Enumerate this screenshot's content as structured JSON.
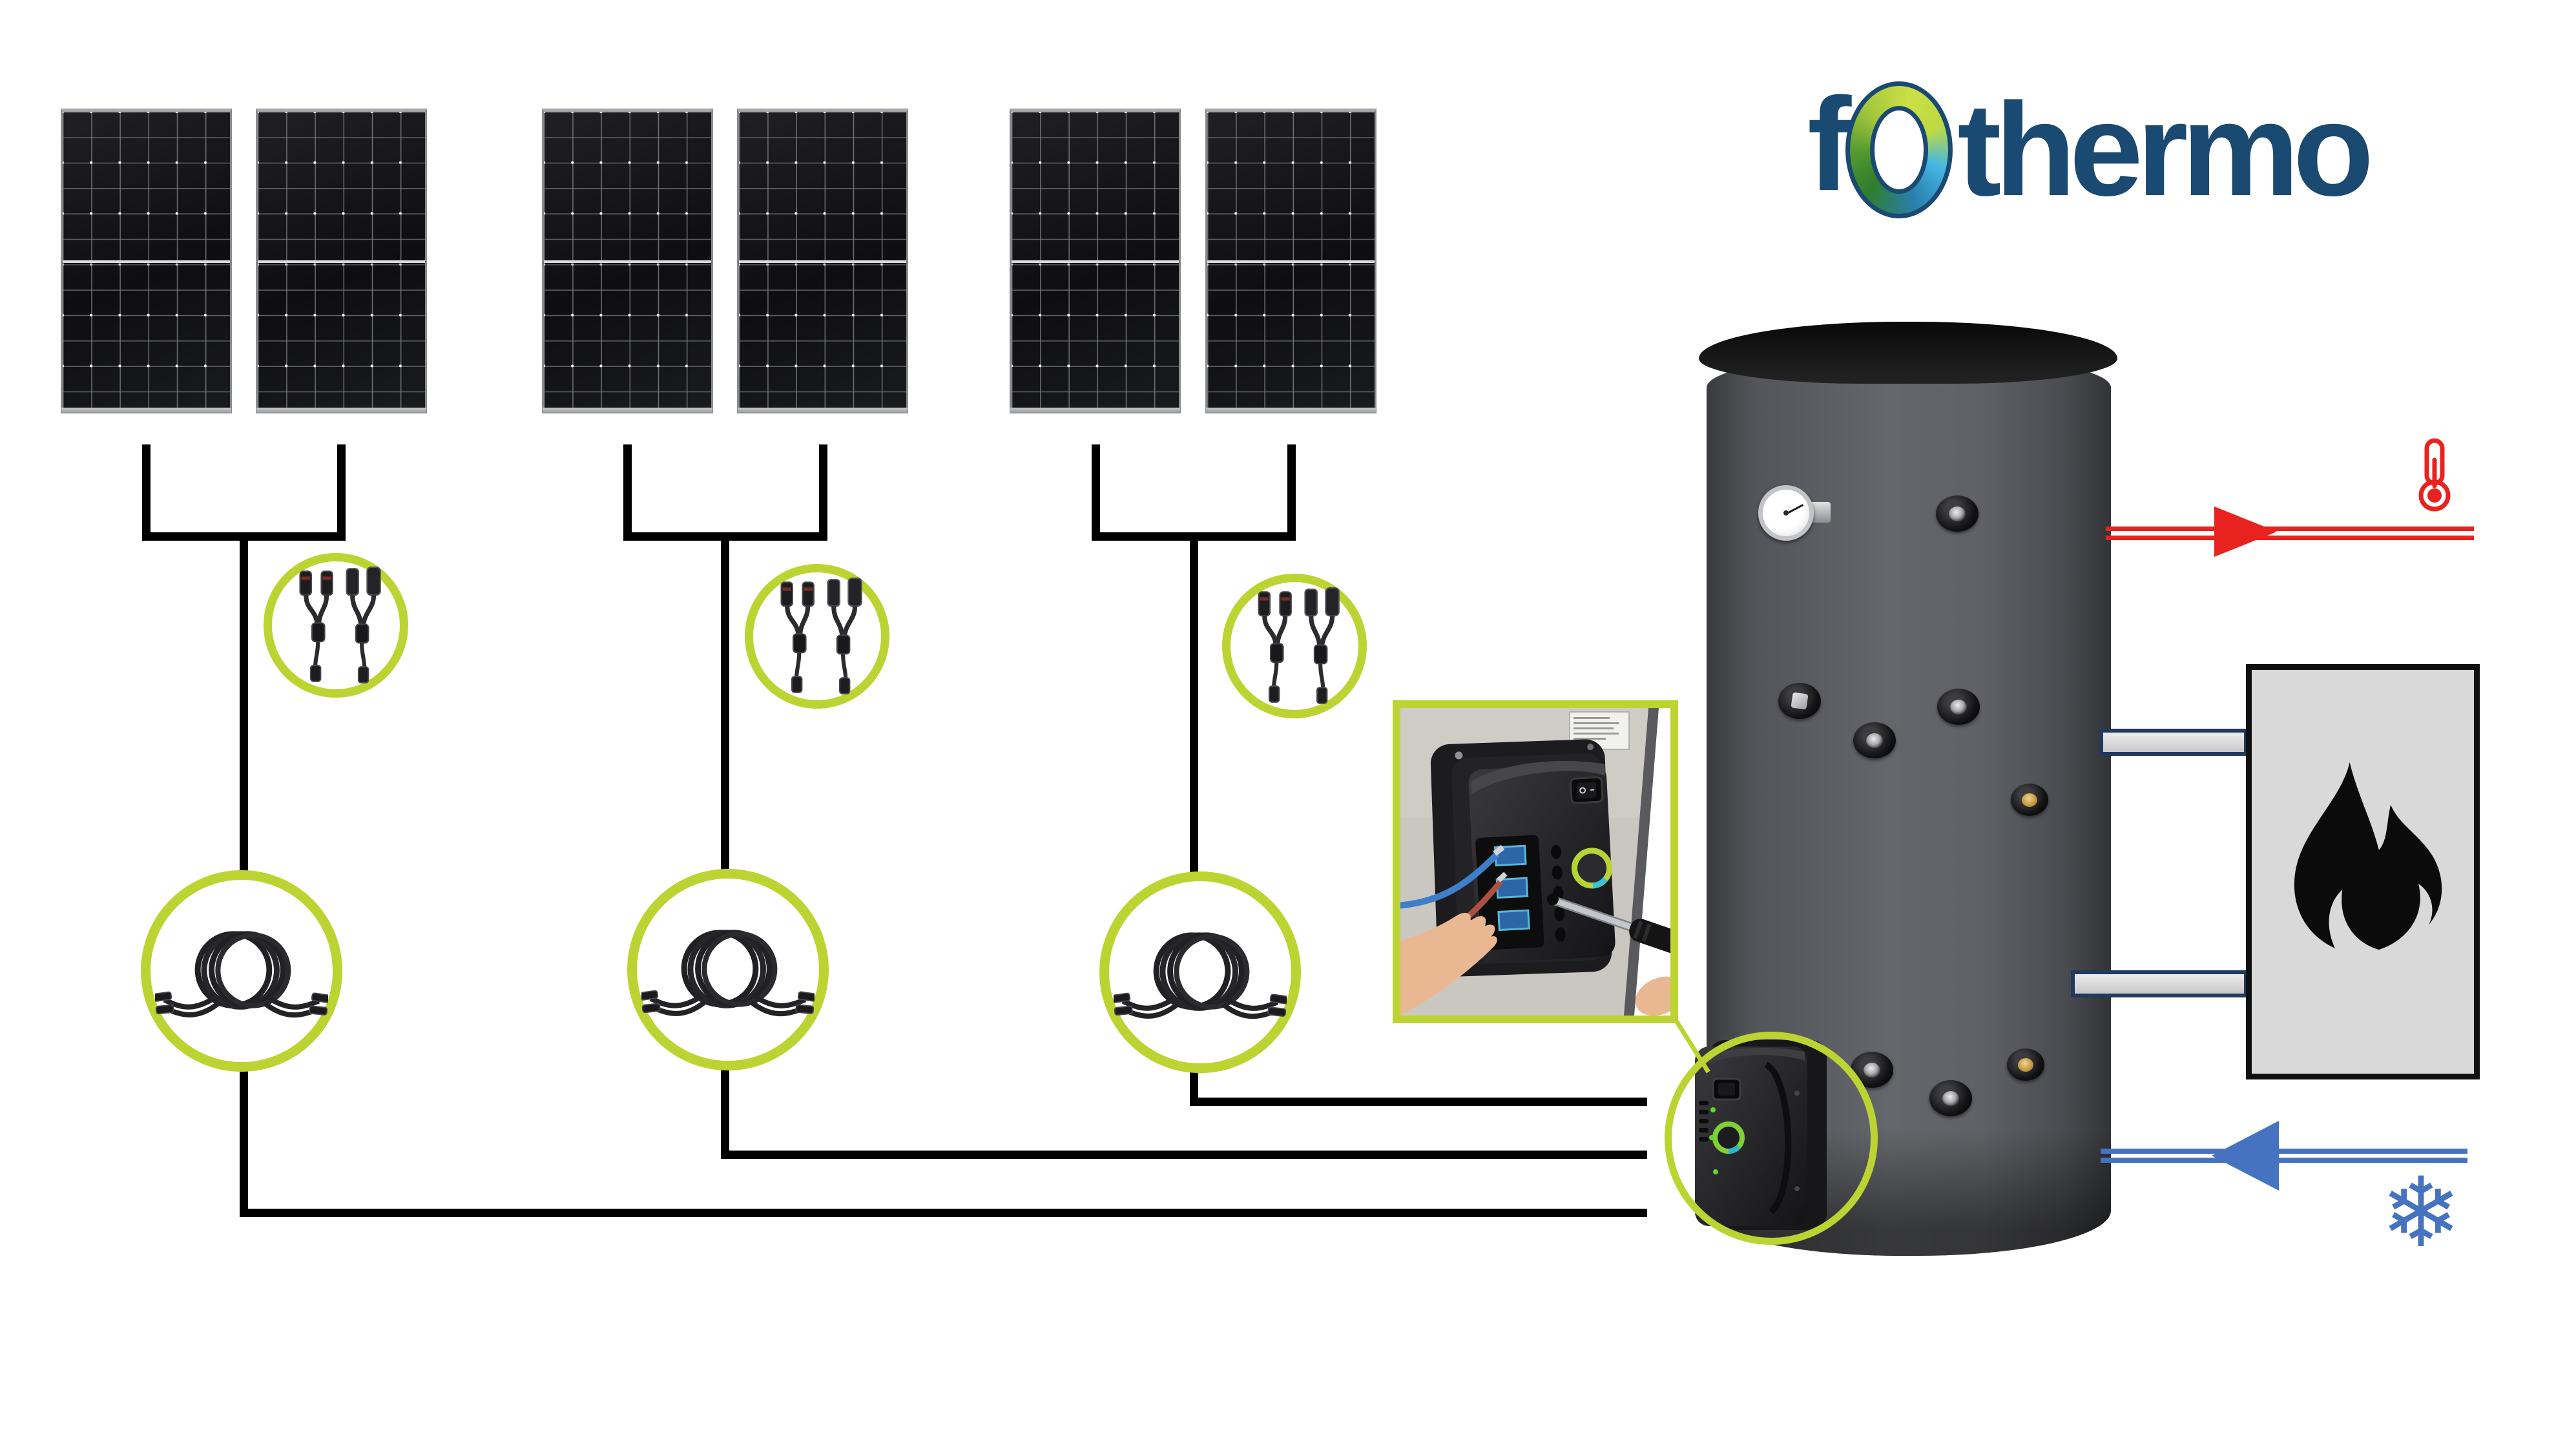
{
  "logo": {
    "pre": "f",
    "post": "thermo",
    "color": "#1A4971"
  },
  "colors": {
    "accent_lime": "#BCD431",
    "logo_navy": "#1A4971",
    "hot_red": "#E8231F",
    "cold_blue": "#4673C0",
    "tank_gray": "#5B5C60",
    "panel_black": "#141416",
    "boiler_box_fill": "#D9D9D9",
    "pipe_border_navy": "#20395C",
    "wire_black": "#000000"
  },
  "icons": {
    "snowflake_glyph": "❄",
    "thermometer": "thermometer-icon",
    "flame": "flame-icon",
    "snowflake": "snowflake-icon",
    "y_branch": "y-branch-connector-icon",
    "cable_coil": "extension-cable-coil-icon"
  },
  "diagram": {
    "panel_group_count": 3,
    "panels_per_group": 2,
    "strings": [
      {
        "name": "string-1"
      },
      {
        "name": "string-2"
      },
      {
        "name": "string-3"
      }
    ],
    "flows": {
      "hot_out": "hot-water-outlet",
      "cold_in": "cold-water-inlet"
    }
  }
}
